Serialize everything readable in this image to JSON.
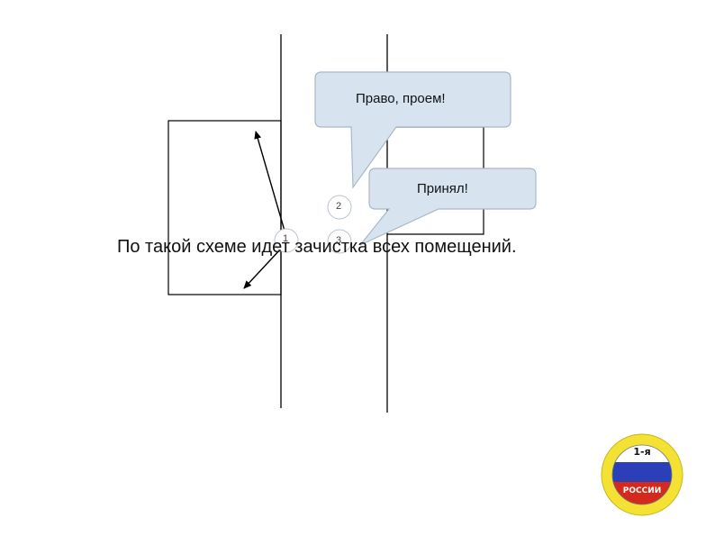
{
  "caption": "По такой схеме идет зачистка всех помещений.",
  "bubbles": {
    "first": "Право, проем!",
    "second": "Принял!"
  },
  "nodes": {
    "one": "1",
    "two": "2",
    "three": "3"
  },
  "logo": {
    "top_text": "1-я",
    "middle_text": "",
    "bottom_text": "РОССИИ",
    "colors": {
      "ring": "#f3e233",
      "white": "#ffffff",
      "blue": "#2b3fb8",
      "red": "#d42a1e"
    }
  },
  "colors": {
    "bubble_fill": "#d7e4f0",
    "bubble_stroke": "#a9b8c8",
    "line": "#000000"
  }
}
